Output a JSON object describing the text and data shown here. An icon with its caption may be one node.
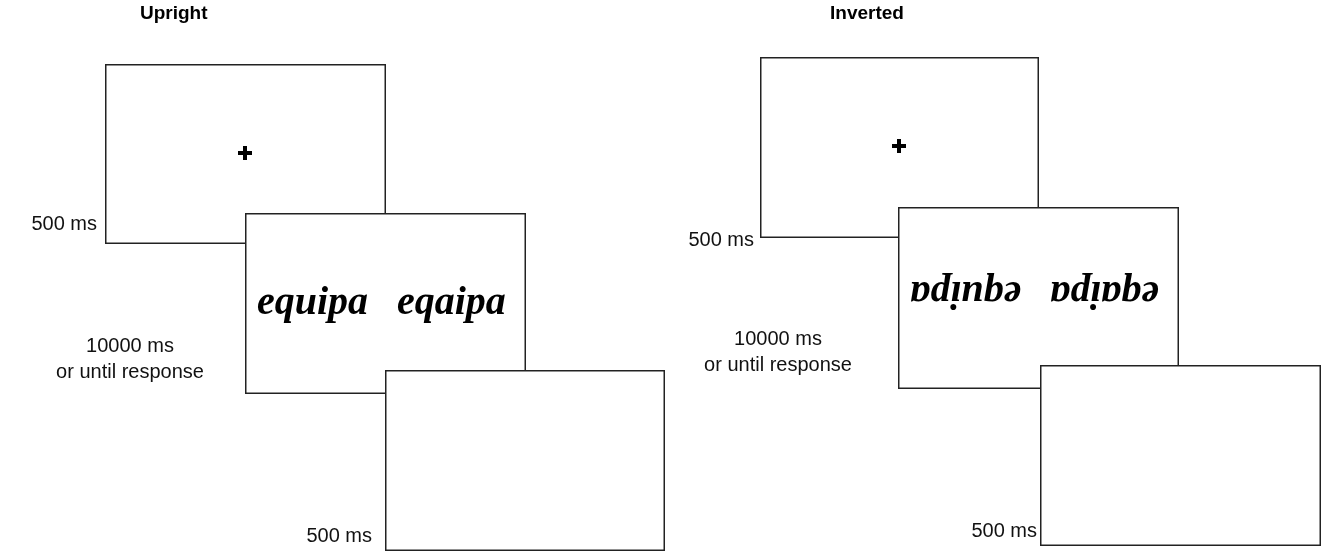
{
  "diagram": {
    "nodes": [
      {
        "text": [],
        "shape": "box",
        "beside": [
          "500 ms"
        ]
      },
      {
        "text": [
          "equipa",
          "eqaipa"
        ],
        "beside": [
          "10000 ms or until response"
        ]
      },
      {
        "text": [],
        "shape": "box",
        "beside": [
          "500 ms"
        ]
      },
      {
        "text": [],
        "shape": "box",
        "beside": [
          "500 ms"
        ]
      },
      {
        "text": [
          "equipa",
          "eqaipa"
        ],
        "beside": [
          "10000 ms or until response"
        ]
      },
      {
        "text": [],
        "shape": "box",
        "beside": [
          "500 ms"
        ]
      }
    ],
    "edges": [],
    "labels": [
      "Upright",
      "Inverted"
    ]
  }
}
